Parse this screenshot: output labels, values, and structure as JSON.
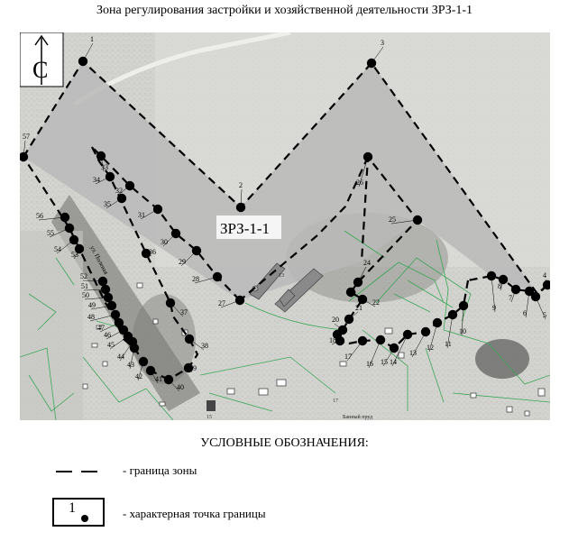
{
  "title": "Зона регулирования застройки и хозяйственной деятельности ЗРЗ-1-1",
  "compass_label": "С",
  "zone_label": "ЗРЗ-1-1",
  "street_label": "ул. Полевая",
  "pond_label": "Банный пруд",
  "building_labels": [
    "13",
    "17",
    "15"
  ],
  "legend": {
    "title": "УСЛОВНЫЕ ОБОЗНАЧЕНИЯ:",
    "boundary_label": "- граница зоны",
    "point_label": "- характерная точка границы",
    "point_sample_number": "1"
  },
  "colors": {
    "zone_fill": "#b9b9b9",
    "boundary": "#000000",
    "cadastre_lines": "#3aa655",
    "buildings": "#8a8a8a",
    "photo_base": "#cfd0cc"
  },
  "points": [
    {
      "id": "1"
    },
    {
      "id": "2"
    },
    {
      "id": "3"
    },
    {
      "id": "4"
    },
    {
      "id": "5"
    },
    {
      "id": "6"
    },
    {
      "id": "7"
    },
    {
      "id": "8"
    },
    {
      "id": "9"
    },
    {
      "id": "10"
    },
    {
      "id": "11"
    },
    {
      "id": "12"
    },
    {
      "id": "13"
    },
    {
      "id": "14"
    },
    {
      "id": "15"
    },
    {
      "id": "16"
    },
    {
      "id": "17"
    },
    {
      "id": "18"
    },
    {
      "id": "19"
    },
    {
      "id": "20"
    },
    {
      "id": "21"
    },
    {
      "id": "22"
    },
    {
      "id": "23"
    },
    {
      "id": "24"
    },
    {
      "id": "25"
    },
    {
      "id": "26"
    },
    {
      "id": "27"
    },
    {
      "id": "28"
    },
    {
      "id": "29"
    },
    {
      "id": "30"
    },
    {
      "id": "31"
    },
    {
      "id": "32"
    },
    {
      "id": "33"
    },
    {
      "id": "34"
    },
    {
      "id": "35"
    },
    {
      "id": "36"
    },
    {
      "id": "37"
    },
    {
      "id": "38"
    },
    {
      "id": "39"
    },
    {
      "id": "40"
    },
    {
      "id": "41"
    },
    {
      "id": "42"
    },
    {
      "id": "43"
    },
    {
      "id": "44"
    },
    {
      "id": "45"
    },
    {
      "id": "46"
    },
    {
      "id": "47"
    },
    {
      "id": "48"
    },
    {
      "id": "49"
    },
    {
      "id": "50"
    },
    {
      "id": "51"
    },
    {
      "id": "52"
    },
    {
      "id": "53"
    },
    {
      "id": "54"
    },
    {
      "id": "55"
    },
    {
      "id": "56"
    },
    {
      "id": "57"
    }
  ]
}
